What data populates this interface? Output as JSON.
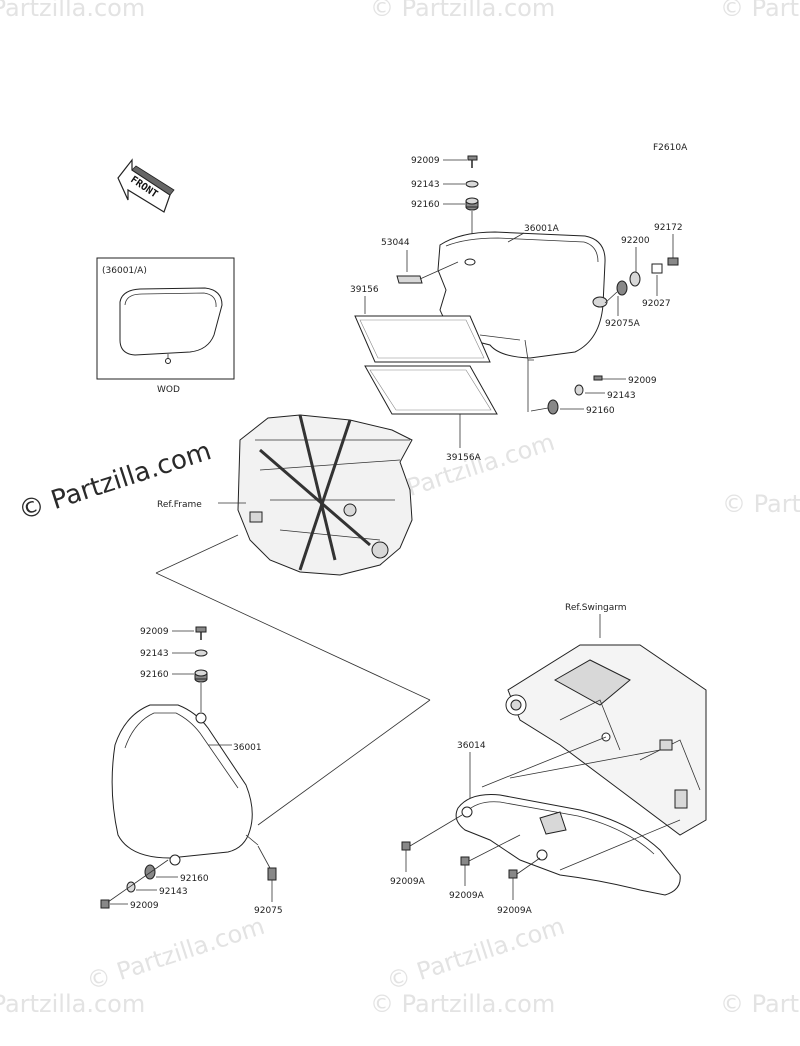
{
  "figure_code": "F2610A",
  "front_label": "FRONT",
  "inset": {
    "title": "(36001/A)",
    "caption": "WOD"
  },
  "watermark": "© Partzilla.com",
  "ref_labels": {
    "frame": "Ref.Frame",
    "swingarm": "Ref.Swingarm"
  },
  "parts": {
    "p92009_top": "92009",
    "p92143_top": "92143",
    "p92160_top": "92160",
    "p53044": "53044",
    "p36001A": "36001A",
    "p39156": "39156",
    "p39156A": "39156A",
    "p92200": "92200",
    "p92172": "92172",
    "p92027": "92027",
    "p92075A": "92075A",
    "p92009_r": "92009",
    "p92143_r": "92143",
    "p92160_r": "92160",
    "p92009_l": "92009",
    "p92143_l": "92143",
    "p92160_l": "92160",
    "p36001": "36001",
    "p92160_b": "92160",
    "p92143_b": "92143",
    "p92009_b": "92009",
    "p92075": "92075",
    "p36014": "36014",
    "p92009A_1": "92009A",
    "p92009A_2": "92009A",
    "p92009A_3": "92009A"
  }
}
